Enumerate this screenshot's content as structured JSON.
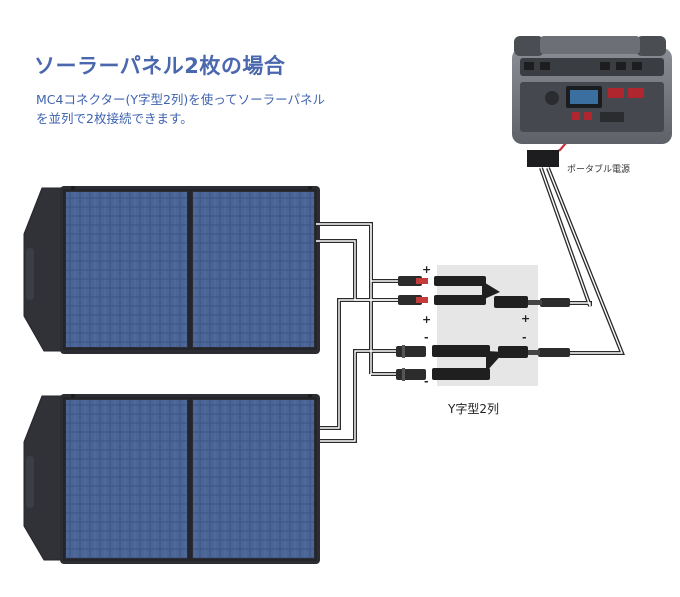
{
  "header": {
    "title": "ソーラーパネル2枚の場合",
    "description": "MC4コネクター(Y字型2列)を使ってソーラーパネルを並列で2枚接続できます。"
  },
  "labels": {
    "power_station": "ポータブル電源",
    "y_connector": "Y字型2列"
  },
  "polarity": {
    "plus": "+",
    "minus": "-"
  },
  "colors": {
    "accent": "#4a68ad",
    "panel_cell": "#3e5585",
    "panel_frame": "#2b2d33",
    "cable": "#2a2a2a"
  }
}
